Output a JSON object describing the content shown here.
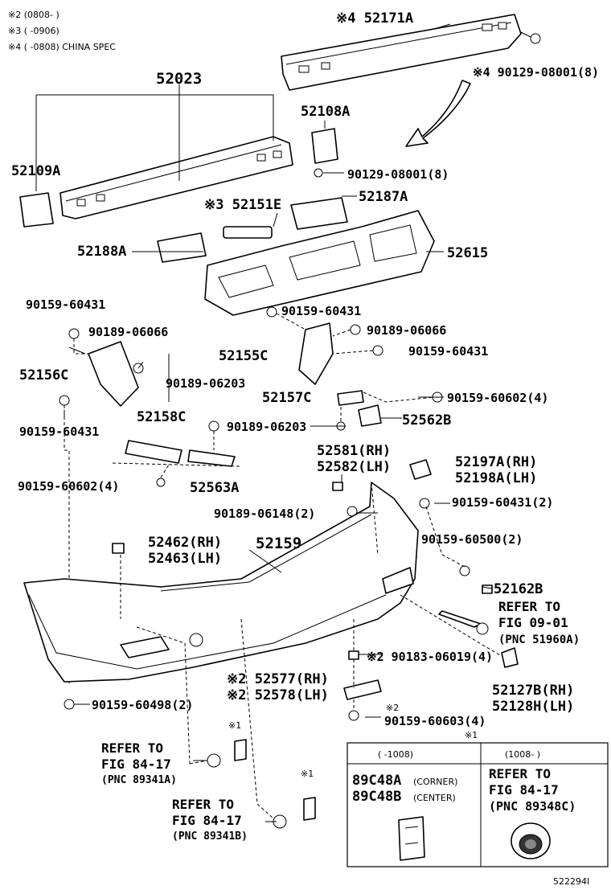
{
  "legend": {
    "note2": "※2 (0808-        )",
    "note3": "※3 (        -0906)",
    "note4": "※4 (        -0808) CHINA SPEC"
  },
  "labels": {
    "p52171a": "※4 52171A",
    "p90129_top": "※4 90129-08001(8)",
    "p52023": "52023",
    "p52108a": "52108A",
    "p52109a": "52109A",
    "p90129_mid": "90129-08001(8)",
    "p52151e": "※3 52151E",
    "p52187a": "52187A",
    "p52188a": "52188A",
    "p52615": "52615",
    "p90159_60431_a": "90159-60431",
    "p90189_06066_a": "90189-06066",
    "p90159_60431_b": "90159-60431",
    "p90189_06066_b": "90189-06066",
    "p52155c": "52155C",
    "p90159_60431_c": "90159-60431",
    "p52156c": "52156C",
    "p90189_06203_a": "90189-06203",
    "p52157c": "52157C",
    "p90159_60602_a": "90159-60602(4)",
    "p90159_60431_d": "90159-60431",
    "p52158c": "52158C",
    "p90189_06203_b": "90189-06203",
    "p52562b": "52562B",
    "p52581": "52581(RH)",
    "p52582": "52582(LH)",
    "p52197a": "52197A(RH)",
    "p52198a": "52198A(LH)",
    "p90159_60602_b": "90159-60602(4)",
    "p52563a": "52563A",
    "p90159_60431_e": "90159-60431(2)",
    "p90189_06148": "90189-06148(2)",
    "p52462": "52462(RH)",
    "p52463": "52463(LH)",
    "p52159": "52159",
    "p90159_60500": "90159-60500(2)",
    "p52162b": "52162B",
    "refer_a1": "REFER TO",
    "refer_a2": "FIG 09-01",
    "refer_a3": "(PNC 51960A)",
    "p90183": "※2 90183-06019(4)",
    "p52577": "※2 52577(RH)",
    "p52578": "※2 52578(LH)",
    "p52127b": "52127B(RH)",
    "p52128h": "52128H(LH)",
    "p90159_60498": "90159-60498(2)",
    "p90159_60603": "90159-60603(4)",
    "mark2": "※2",
    "mark1_a": "※1",
    "mark1_b": "※1",
    "mark1_c": "※1",
    "refer_b1": "REFER TO",
    "refer_b2": "FIG 84-17",
    "refer_b3": "(PNC 89341A)",
    "refer_c1": "REFER TO",
    "refer_c2": "FIG 84-17",
    "refer_c3": "(PNC 89341B)"
  },
  "inset": {
    "col_left": "(        -1008)",
    "col_right": "(1008-        )",
    "p89c48a": "89C48A",
    "p89c48a_note": "(CORNER)",
    "p89c48b": "89C48B",
    "p89c48b_note": "(CENTER)",
    "refer1": "REFER TO",
    "refer2": "FIG 84-17",
    "refer3": "(PNC 89348C)"
  },
  "figure_id": "522294I"
}
